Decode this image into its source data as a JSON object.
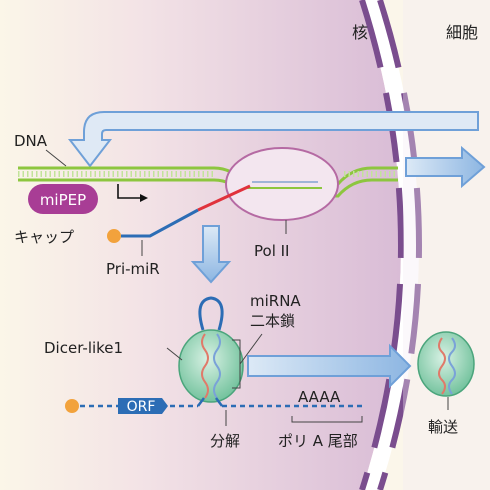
{
  "regions": {
    "nucleus": "核",
    "cytoplasm": "細胞"
  },
  "labels": {
    "dna": "DNA",
    "mipep": "miPEP",
    "cap": "キャップ",
    "pri_mir": "Pri-miR",
    "pol2": "Pol II",
    "mirna_line1": "miRNA",
    "mirna_line2": "二本鎖",
    "dicer": "Dicer-like1",
    "orf": "ORF",
    "aaaa": "AAAA",
    "decay": "分解",
    "polya": "ポリ A 尾部",
    "transport": "輸送"
  },
  "colors": {
    "nucleus_fill": "#ead2e2",
    "membrane": "#7a4d8e",
    "dna_green": "#8dc63f",
    "arrow_blue": "#6fa0d8",
    "mipep_magenta": "#a83d95",
    "cap_orange": "#f2a23c",
    "rna_blue": "#2c6db5",
    "rna_red": "#e0323c",
    "dicer_green": "#7fcaa6",
    "pol2_pink": "#f3e6ef"
  }
}
